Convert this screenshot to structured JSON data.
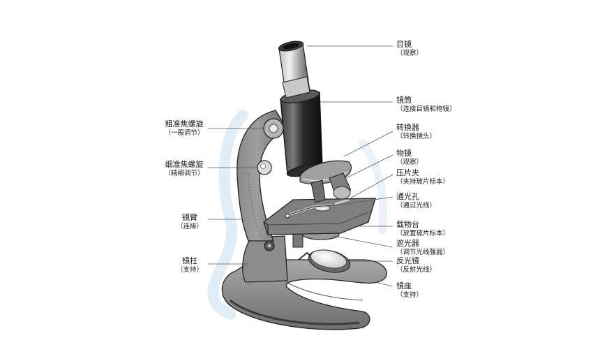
{
  "labels": {
    "eyepiece": {
      "name": "目镜",
      "desc": "（观察）"
    },
    "tube": {
      "name": "镜筒",
      "desc": "（连接目镜和物镜）"
    },
    "nosepiece": {
      "name": "转换器",
      "desc": "（转换镜头）"
    },
    "objective": {
      "name": "物镜",
      "desc": "（观察）"
    },
    "stage_clip": {
      "name": "压片夹",
      "desc": "（夹持玻片标本）"
    },
    "stage_hole": {
      "name": "通光孔",
      "desc": "（通过光线）"
    },
    "stage": {
      "name": "载物台",
      "desc": "（放置玻片标本）"
    },
    "diaphragm": {
      "name": "遮光器",
      "desc": "（调节光线强弱）"
    },
    "mirror": {
      "name": "反光镜",
      "desc": "（反射光线）"
    },
    "base": {
      "name": "镜座",
      "desc": "（支持）"
    },
    "coarse_knob": {
      "name": "粗准焦螺旋",
      "desc": "（一般调节）"
    },
    "fine_knob": {
      "name": "细准焦螺旋",
      "desc": "（精细调节）"
    },
    "arm": {
      "name": "镜臂",
      "desc": "（连接）"
    },
    "pillar": {
      "name": "镜柱",
      "desc": "（支持）"
    }
  }
}
